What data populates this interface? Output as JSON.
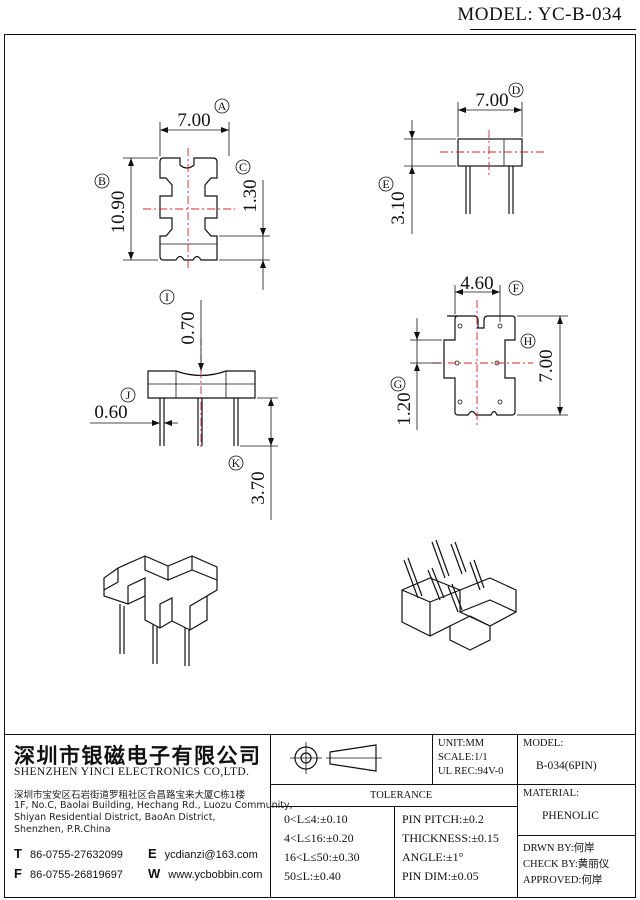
{
  "header": {
    "model_label": "MODEL: YC-B-034"
  },
  "views": {
    "top": {
      "dim_a": "7.00",
      "dim_b": "10.90",
      "dim_c": "1.30",
      "tag_a": "A",
      "tag_b": "B",
      "tag_c": "C"
    },
    "side": {
      "dim_d": "7.00",
      "dim_e": "3.10",
      "tag_d": "D",
      "tag_e": "E"
    },
    "front": {
      "dim_i": "0.70",
      "dim_j": "0.60",
      "dim_k": "3.70",
      "tag_i": "I",
      "tag_j": "J",
      "tag_k": "K"
    },
    "bottom": {
      "dim_f": "4.60",
      "dim_h": "7.00",
      "dim_g": "1.20",
      "tag_f": "F",
      "tag_h": "H",
      "tag_g": "G"
    }
  },
  "title_block": {
    "company_cn": "深圳市银磁电子有限公司",
    "company_en": "SHENZHEN YINCI ELECTRONICS CO,LTD.",
    "address_cn": "深圳市宝安区石岩街道罗租社区合昌路宝来大厦C栋1楼",
    "address_en_1": "1F, No.C, Baolai Building, Hechang Rd., Luozu Community,",
    "address_en_2": "Shiyan Residential District, BaoAn District,",
    "address_en_3": "Shenzhen, P.R.China",
    "tel_label": "T",
    "tel": "86-0755-27632099",
    "fax_label": "F",
    "fax": "86-0755-26819697",
    "email_label": "E",
    "email": "ycdianzi@163.com",
    "web_label": "W",
    "web": "www.ycbobbin.com",
    "unit": "UNIT:MM",
    "scale": "SCALE:1/1",
    "ul_rec": "UL REC:94V-0",
    "model_title": "MODEL:",
    "model_value": "B-034(6PIN)",
    "material_title": "MATERIAL:",
    "material_value": "PHENOLIC",
    "tolerance_title": "TOLERANCE",
    "tol_left": [
      "0<L≤4:±0.10",
      "4<L≤16:±0.20",
      "16<L≤50:±0.30",
      "50≤L:±0.40"
    ],
    "tol_right": [
      "PIN PITCH:±0.2",
      "THICKNESS:±0.15",
      "ANGLE:±1°",
      "PIN DIM:±0.05"
    ],
    "drawn_by": "DRWN BY:何岸",
    "check_by": "CHECK BY:黄丽仪",
    "approved": "APPROVED:何岸"
  }
}
